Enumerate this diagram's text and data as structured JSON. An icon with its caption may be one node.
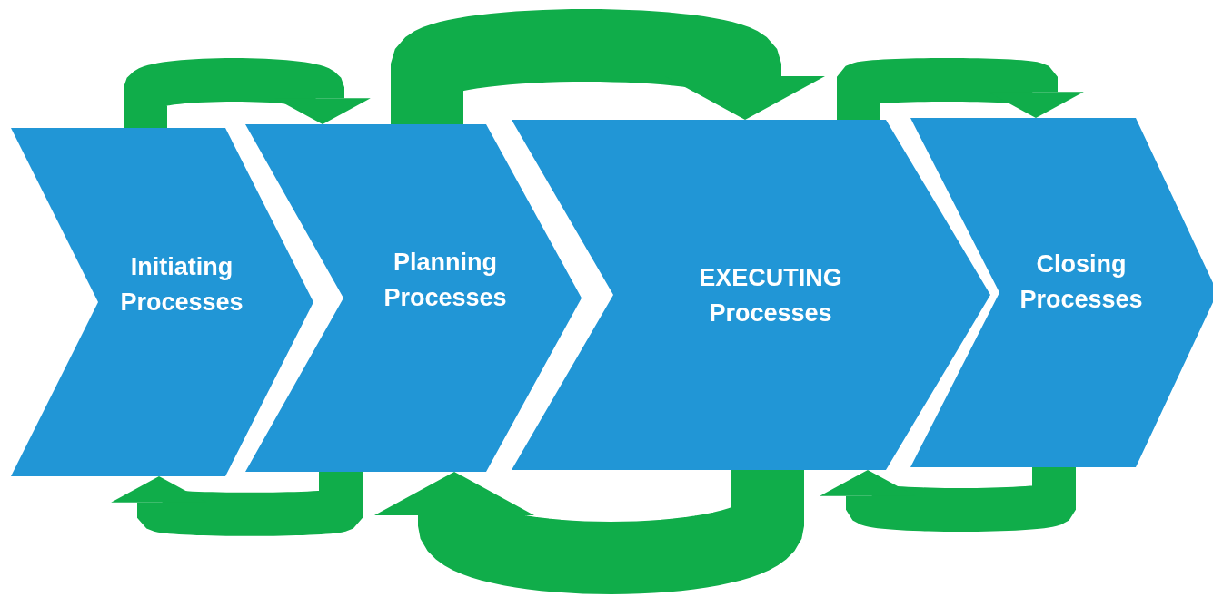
{
  "diagram": {
    "nodes": [
      {
        "text": [
          "Initiating Processes"
        ]
      },
      {
        "text": [
          "Planning Processes"
        ]
      },
      {
        "text": [
          "EXECUTING Processes"
        ]
      },
      {
        "text": [
          "Closing Processes"
        ]
      }
    ],
    "edges": [
      {
        "from": 0,
        "to": 1,
        "arrow": "to"
      },
      {
        "from": 1,
        "to": 2,
        "arrow": "to"
      },
      {
        "from": 2,
        "to": 3,
        "arrow": "to"
      },
      {
        "from": 1,
        "to": 0,
        "arrow": "to"
      },
      {
        "from": 2,
        "to": 1,
        "arrow": "to"
      },
      {
        "from": 3,
        "to": 2,
        "arrow": "to"
      }
    ]
  }
}
